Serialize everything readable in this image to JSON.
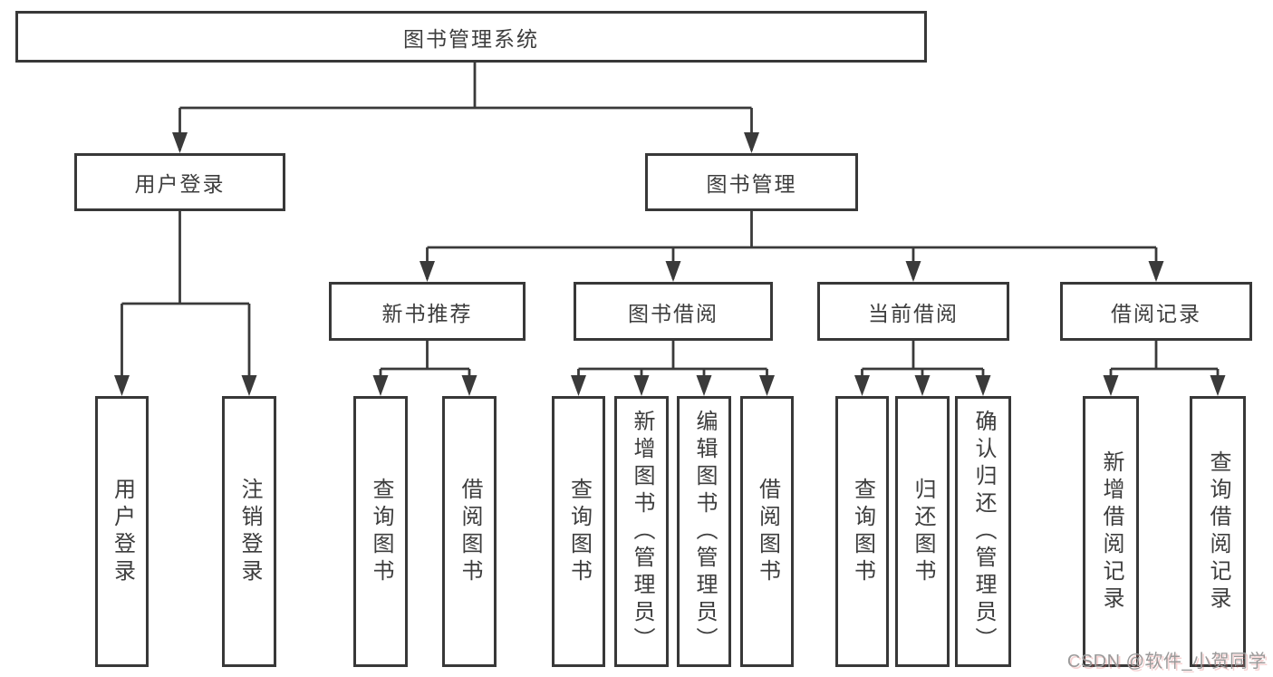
{
  "diagram": {
    "root": {
      "label": "图书管理系统"
    },
    "level2": [
      {
        "label": "用户登录"
      },
      {
        "label": "图书管理"
      }
    ],
    "level3": [
      {
        "label": "新书推荐"
      },
      {
        "label": "图书借阅"
      },
      {
        "label": "当前借阅"
      },
      {
        "label": "借阅记录"
      }
    ],
    "leaves": [
      {
        "label": "用户登录"
      },
      {
        "label": "注销登录"
      },
      {
        "label": "查询图书"
      },
      {
        "label": "借阅图书"
      },
      {
        "label": "查询图书"
      },
      {
        "label": "新增图书（管理员）"
      },
      {
        "label": "编辑图书（管理员）"
      },
      {
        "label": "借阅图书"
      },
      {
        "label": "查询图书"
      },
      {
        "label": "归还图书"
      },
      {
        "label": "确认归还（管理员）"
      },
      {
        "label": "新增借阅记录"
      },
      {
        "label": "查询借阅记录"
      }
    ]
  },
  "watermark": {
    "text": "CSDN @软件_小贺同学"
  },
  "colors": {
    "line": "#3a3a3a",
    "box_border": "#383838",
    "text": "#3d3d3d",
    "watermark": "#9a9a9a",
    "background": "#ffffff"
  }
}
